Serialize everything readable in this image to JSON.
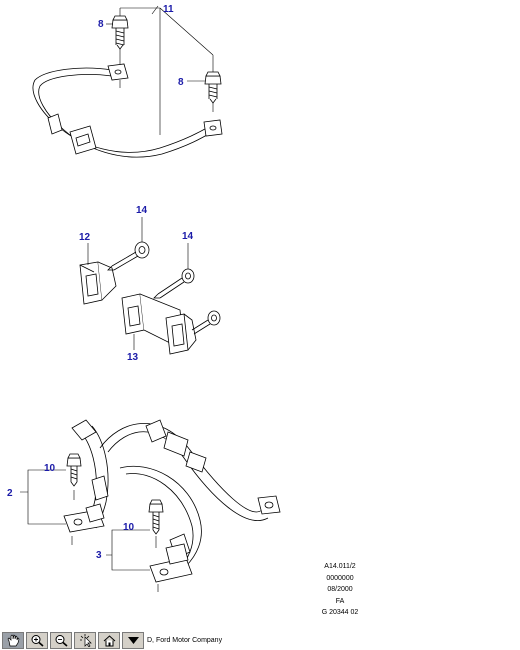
{
  "callouts": {
    "c11": "11",
    "c8a": "8",
    "c8b": "8",
    "c14a": "14",
    "c14b": "14",
    "c12": "12",
    "c13": "13",
    "c10a": "10",
    "c10b": "10",
    "c2": "2",
    "c3": "3"
  },
  "code_block": [
    "A14.011/2",
    "0000000",
    "08/2000",
    "FA",
    "G 20344 02"
  ],
  "toolbar": {
    "buttons": [
      {
        "name": "pan-tool-button",
        "icon": "hand-icon"
      },
      {
        "name": "zoom-in-button",
        "icon": "zoom-in-icon"
      },
      {
        "name": "zoom-out-button",
        "icon": "zoom-out-icon"
      },
      {
        "name": "select-tool-button",
        "icon": "cursor-icon"
      },
      {
        "name": "home-button",
        "icon": "home-icon"
      },
      {
        "name": "dropdown-button",
        "icon": "triangle-down-icon"
      }
    ],
    "copyright": "D, Ford Motor Company"
  },
  "colors": {
    "callout": "#1a1aa8",
    "toolbar_bg": "#d4d0c8"
  }
}
